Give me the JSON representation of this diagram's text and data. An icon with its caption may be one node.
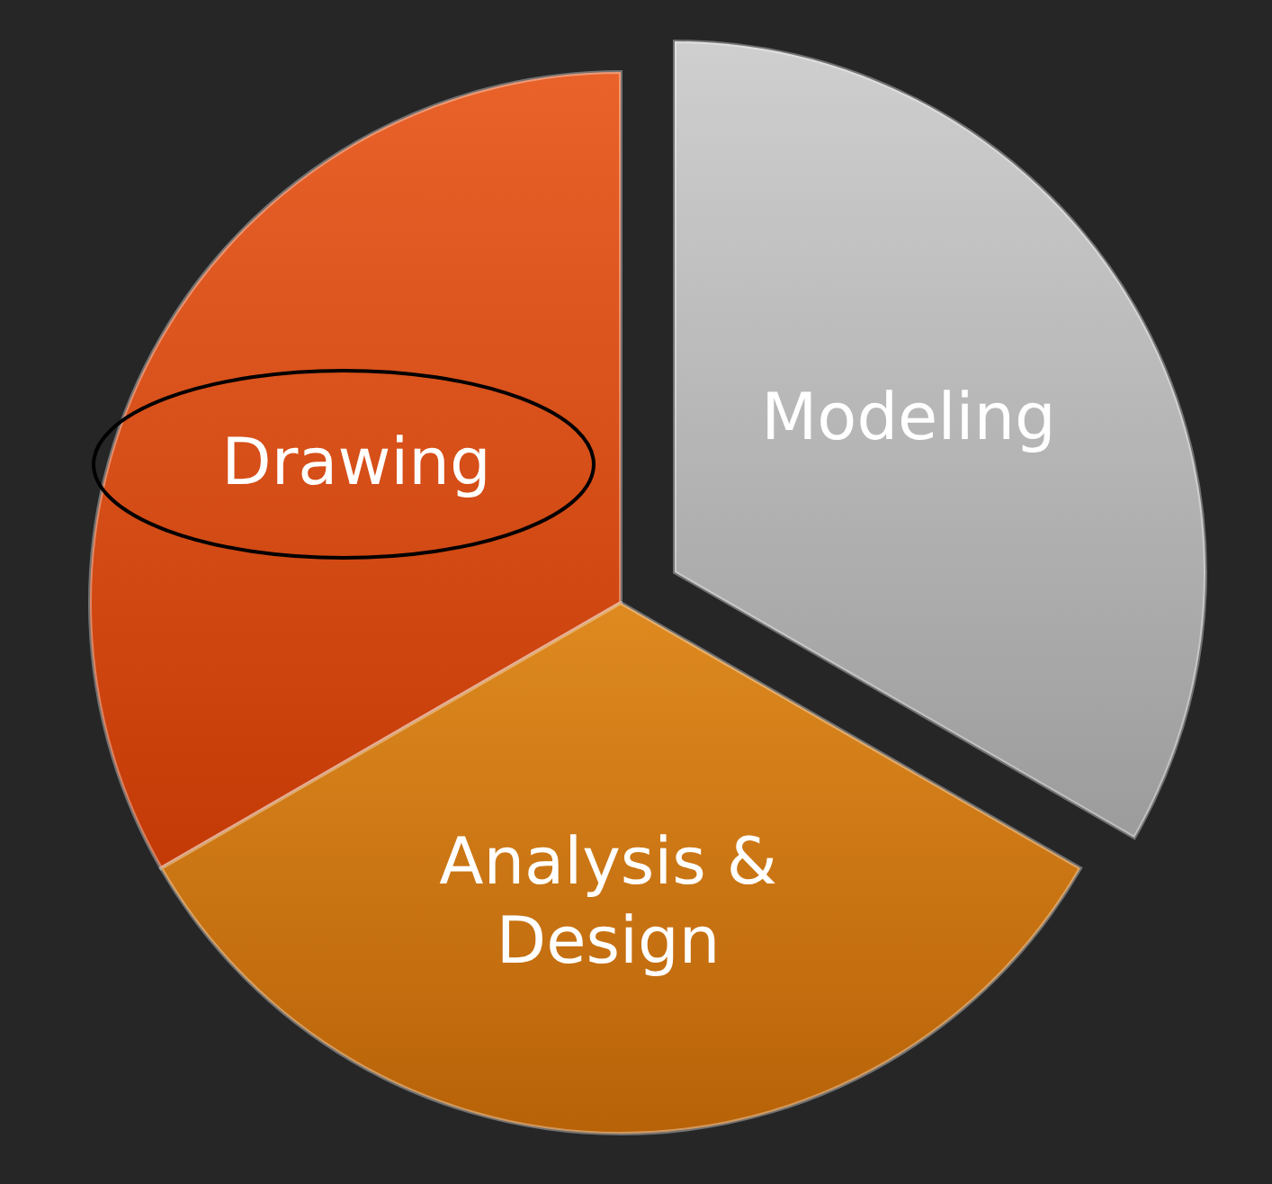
{
  "diagram": {
    "nodes": [
      {
        "text": [
          "Drawing"
        ]
      },
      {
        "text": [
          "Modeling"
        ]
      },
      {
        "text": [
          "Analysis & Design"
        ]
      }
    ]
  }
}
